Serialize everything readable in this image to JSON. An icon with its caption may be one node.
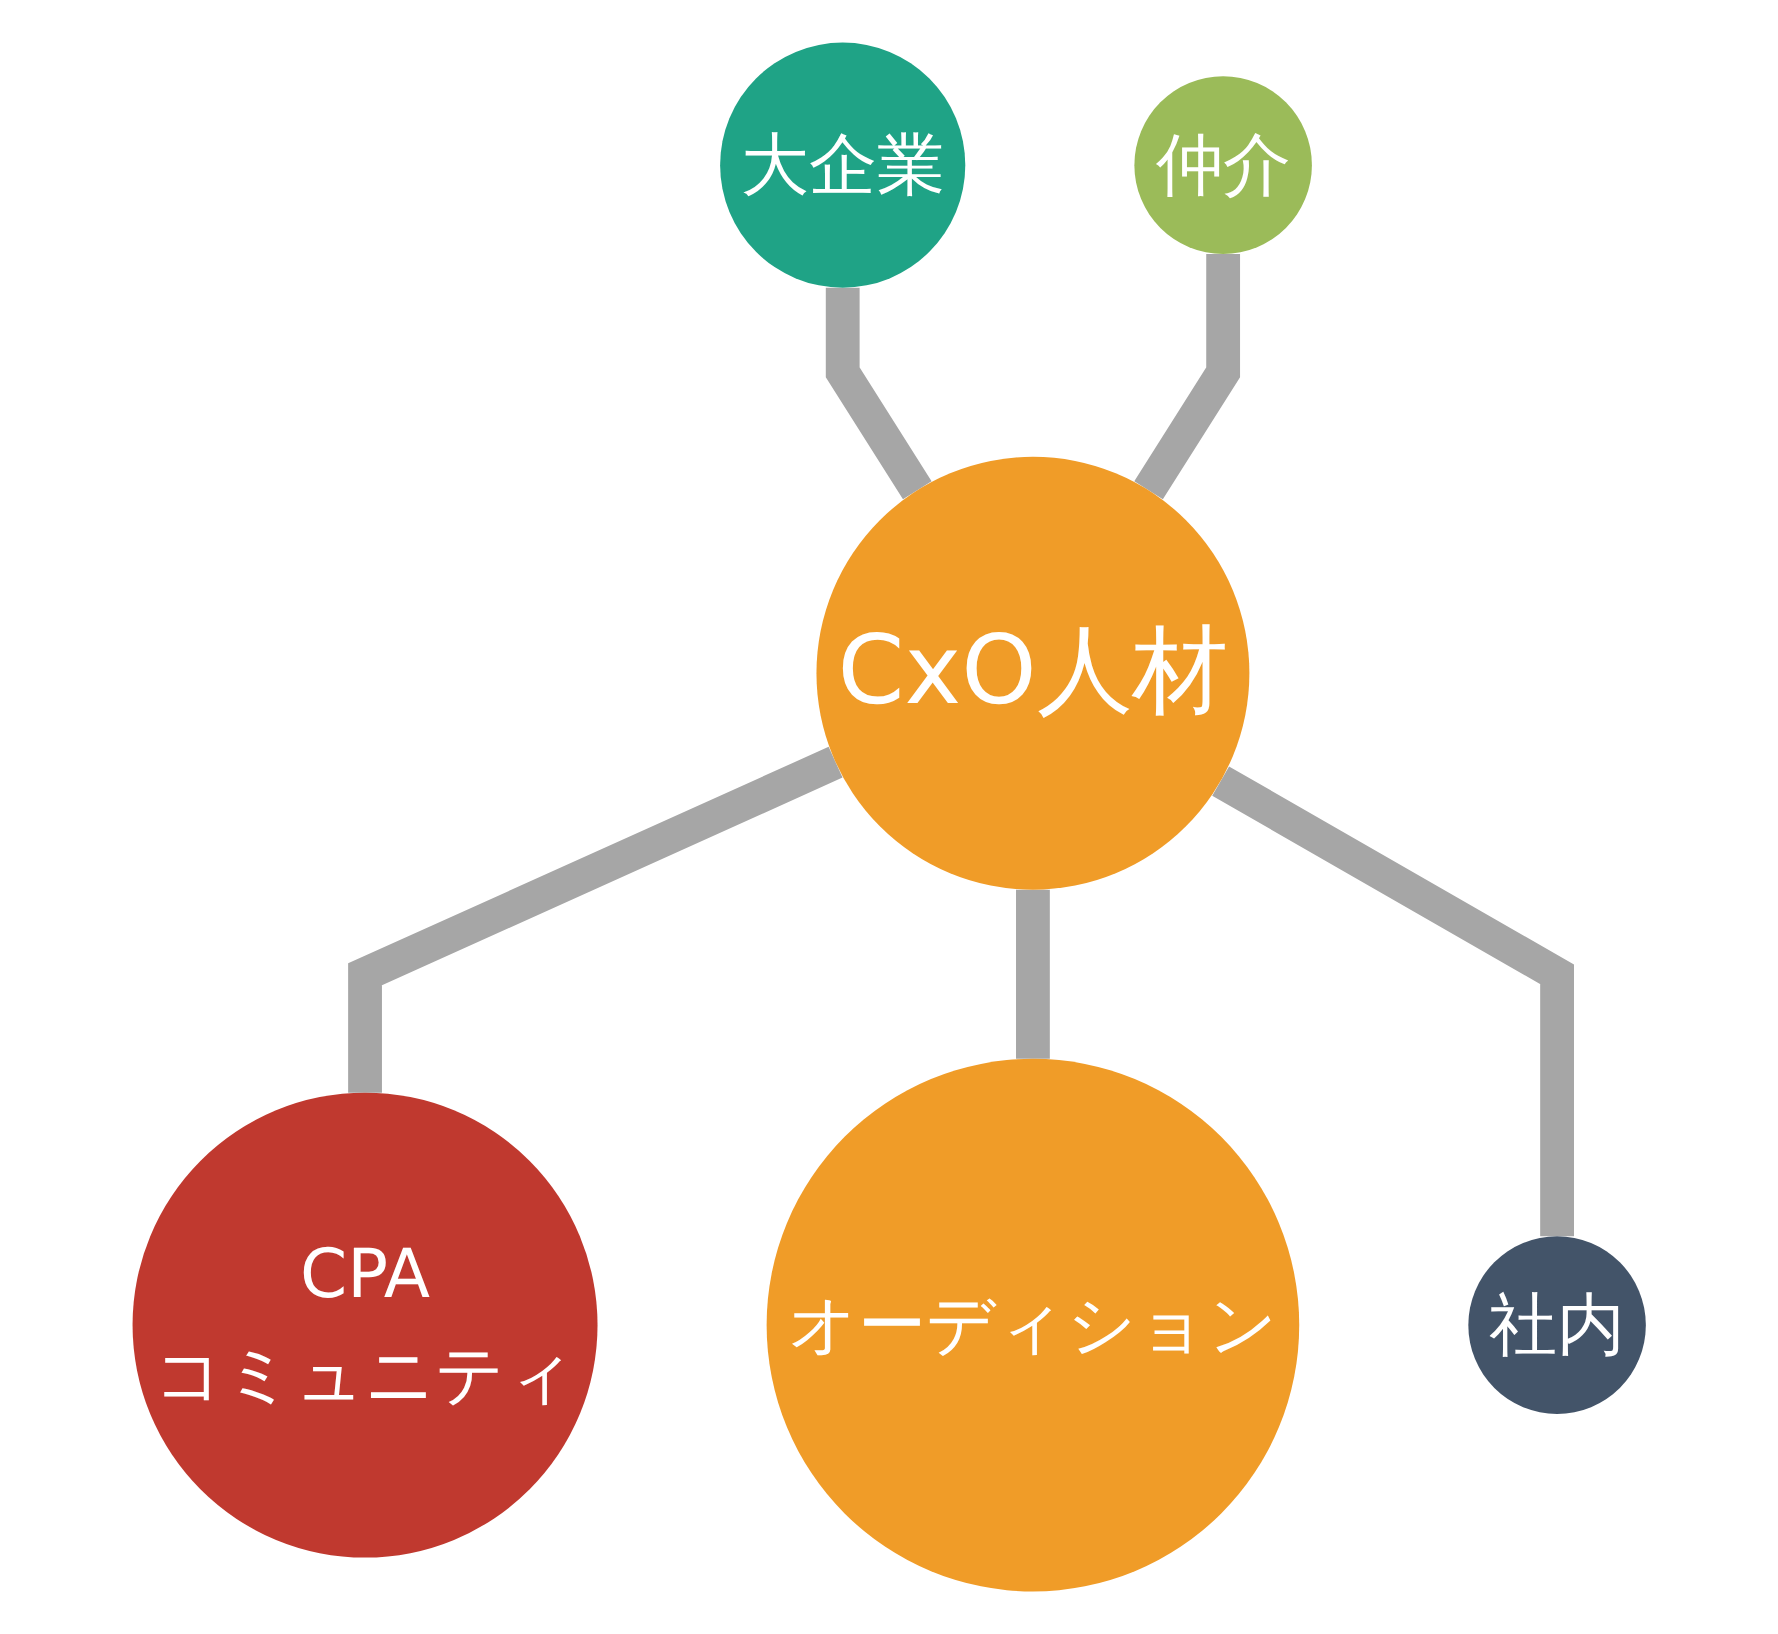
{
  "diagram": {
    "nodes": [
      {
        "text": [
          "大企業"
        ]
      },
      {
        "text": [
          "仲介"
        ]
      },
      {
        "text": [
          "CxO人材"
        ]
      },
      {
        "text": [
          "CPA",
          "コミュニティ"
        ]
      },
      {
        "text": [
          "オーディション"
        ]
      },
      {
        "text": [
          "社内"
        ]
      }
    ],
    "edges": [
      {
        "from": 0,
        "to": 2,
        "arrow": "none"
      },
      {
        "from": 1,
        "to": 2,
        "arrow": "none"
      },
      {
        "from": 2,
        "to": 3,
        "arrow": "none"
      },
      {
        "from": 2,
        "to": 4,
        "arrow": "none"
      },
      {
        "from": 2,
        "to": 5,
        "arrow": "none"
      }
    ]
  }
}
